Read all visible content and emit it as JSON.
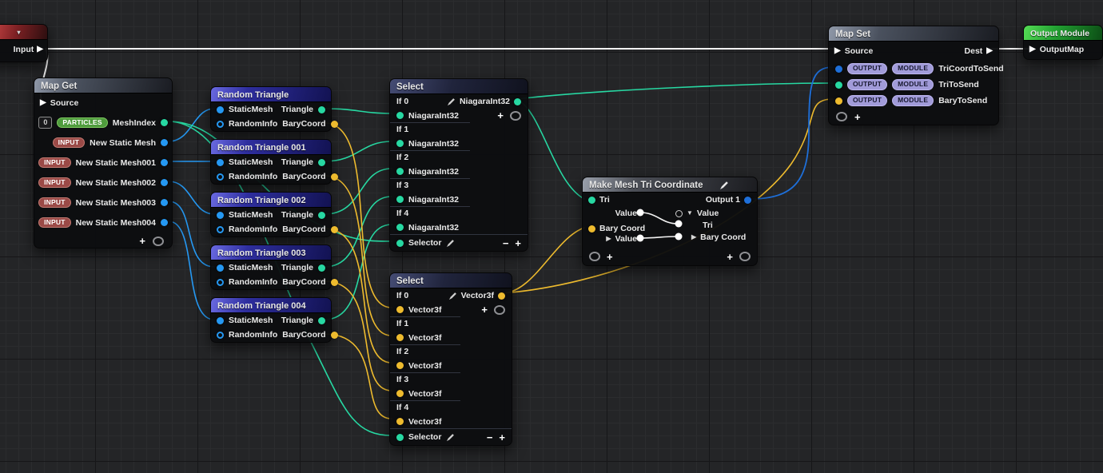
{
  "colors": {
    "wire-white": "#f2f2f2",
    "wire-green": "#27d8a2",
    "wire-blue": "#2598f2",
    "wire-deepblue": "#1e6fd9",
    "wire-yellow": "#eebb2e"
  },
  "input_node": {
    "pin_label": "Input"
  },
  "map_get": {
    "title": "Map Get",
    "source_label": "Source",
    "index_badge": "0",
    "rows": [
      {
        "tag": "PARTICLES",
        "label": "MeshIndex"
      },
      {
        "tag": "INPUT",
        "label": "New Static Mesh"
      },
      {
        "tag": "INPUT",
        "label": "New Static Mesh001"
      },
      {
        "tag": "INPUT",
        "label": "New Static Mesh002"
      },
      {
        "tag": "INPUT",
        "label": "New Static Mesh003"
      },
      {
        "tag": "INPUT",
        "label": "New Static Mesh004"
      }
    ]
  },
  "random_triangles": {
    "titles": [
      "Random Triangle",
      "Random Triangle 001",
      "Random Triangle 002",
      "Random Triangle 003",
      "Random Triangle 004"
    ],
    "input1": "StaticMesh",
    "input2": "RandomInfo",
    "output1": "Triangle",
    "output2": "BaryCoord"
  },
  "select_int": {
    "title": "Select",
    "result_type": "NiagaraInt32",
    "case_type": "NiagaraInt32",
    "cases": [
      "If 0",
      "If 1",
      "If 2",
      "If 3",
      "If 4"
    ],
    "selector_label": "Selector"
  },
  "select_vec": {
    "title": "Select",
    "result_type": "Vector3f",
    "case_type": "Vector3f",
    "cases": [
      "If 0",
      "If 1",
      "If 2",
      "If 3",
      "If 4"
    ],
    "selector_label": "Selector"
  },
  "make_mesh": {
    "title": "Make Mesh Tri Coordinate",
    "input1": "Tri",
    "input2": "Bary Coord",
    "value1": "Value",
    "value2": "Value",
    "output": "Output 1",
    "right_value": "Value",
    "right_tri": "Tri",
    "right_bary": "Bary Coord"
  },
  "map_set": {
    "title": "Map Set",
    "source_label": "Source",
    "dest_label": "Dest",
    "rows": [
      {
        "tag1": "OUTPUT",
        "tag2": "MODULE",
        "label": "TriCoordToSend"
      },
      {
        "tag1": "OUTPUT",
        "tag2": "MODULE",
        "label": "TriToSend"
      },
      {
        "tag1": "OUTPUT",
        "tag2": "MODULE",
        "label": "BaryToSend"
      }
    ]
  },
  "output_module": {
    "title": "Output Module",
    "pin_label": "OutputMap"
  }
}
